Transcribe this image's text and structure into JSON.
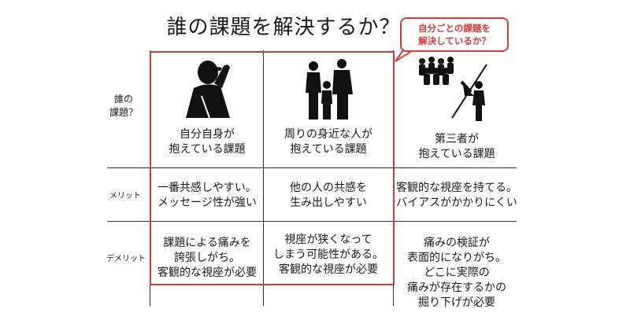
{
  "title": "誰の課題を解決するか？",
  "callout": {
    "line1": "自分ごとの課題を",
    "line2": "解決しているか？"
  },
  "row_labels": {
    "who_line1": "誰の",
    "who_line2": "課題？",
    "merit": "メリット",
    "demerit": "デメリット"
  },
  "columns": [
    {
      "header_line1": "自分自身が",
      "header_line2": "抱えている課題",
      "icon": "distressed-person-icon"
    },
    {
      "header_line1": "周りの身近な人が",
      "header_line2": "抱えている課題",
      "icon": "family-icon"
    },
    {
      "header_line1": "第三者が",
      "header_line2": "抱えている課題",
      "icon": "crowd-observer-icon"
    }
  ],
  "merits": [
    [
      "一番共感しやすい。",
      "メッセージ性が強い"
    ],
    [
      "他の人の共感を",
      "生み出しやすい"
    ],
    [
      "客観的な視座を持てる。",
      "バイアスがかかりにくい"
    ]
  ],
  "demerits": [
    [
      "課題による痛みを",
      "誇張しがち。",
      "客観的な視座が必要"
    ],
    [
      "視座が狭くなって",
      "しまう可能性がある。",
      "客観的な視座が必要"
    ],
    [
      "痛みの検証が",
      "表面的になりがち。",
      "どこに実際の",
      "痛みが存在するかの",
      "掘り下げが必要"
    ]
  ],
  "colors": {
    "accent_red": "#d63a3a",
    "text": "#1a1a1a",
    "line": "#333333"
  }
}
